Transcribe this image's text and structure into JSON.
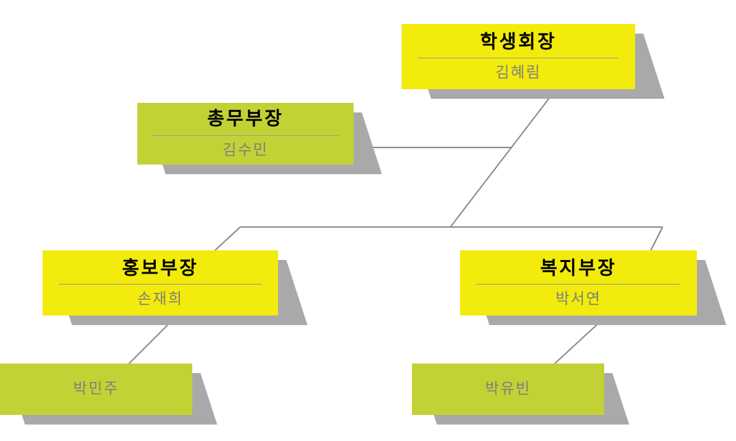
{
  "diagram": {
    "type": "org-chart",
    "language": "ko",
    "nodes": [
      {
        "id": "president",
        "title": "학생회장",
        "name": "김혜림",
        "fill": "yellow"
      },
      {
        "id": "general-affairs",
        "title": "총무부장",
        "name": "김수민",
        "fill": "green"
      },
      {
        "id": "pr",
        "title": "홍보부장",
        "name": "손재희",
        "fill": "yellow"
      },
      {
        "id": "welfare",
        "title": "복지부장",
        "name": "박서연",
        "fill": "yellow"
      },
      {
        "id": "staff-left",
        "title": "",
        "name": "박민주",
        "fill": "green"
      },
      {
        "id": "staff-right",
        "title": "",
        "name": "박유빈",
        "fill": "green"
      }
    ],
    "edges": [
      {
        "from": "president",
        "to": "general-affairs"
      },
      {
        "from": "president",
        "to": "pr"
      },
      {
        "from": "president",
        "to": "welfare"
      },
      {
        "from": "pr",
        "to": "staff-left"
      },
      {
        "from": "welfare",
        "to": "staff-right"
      }
    ],
    "colors": {
      "yellow": "#F2EB0B",
      "green": "#C2D234",
      "shadow": "#A9A9A9",
      "connector": "#8C8C8C",
      "title_text": "#000000",
      "name_text": "#7F7F7F",
      "divider": "#9B9B9B",
      "background": "#FFFFFF"
    }
  }
}
